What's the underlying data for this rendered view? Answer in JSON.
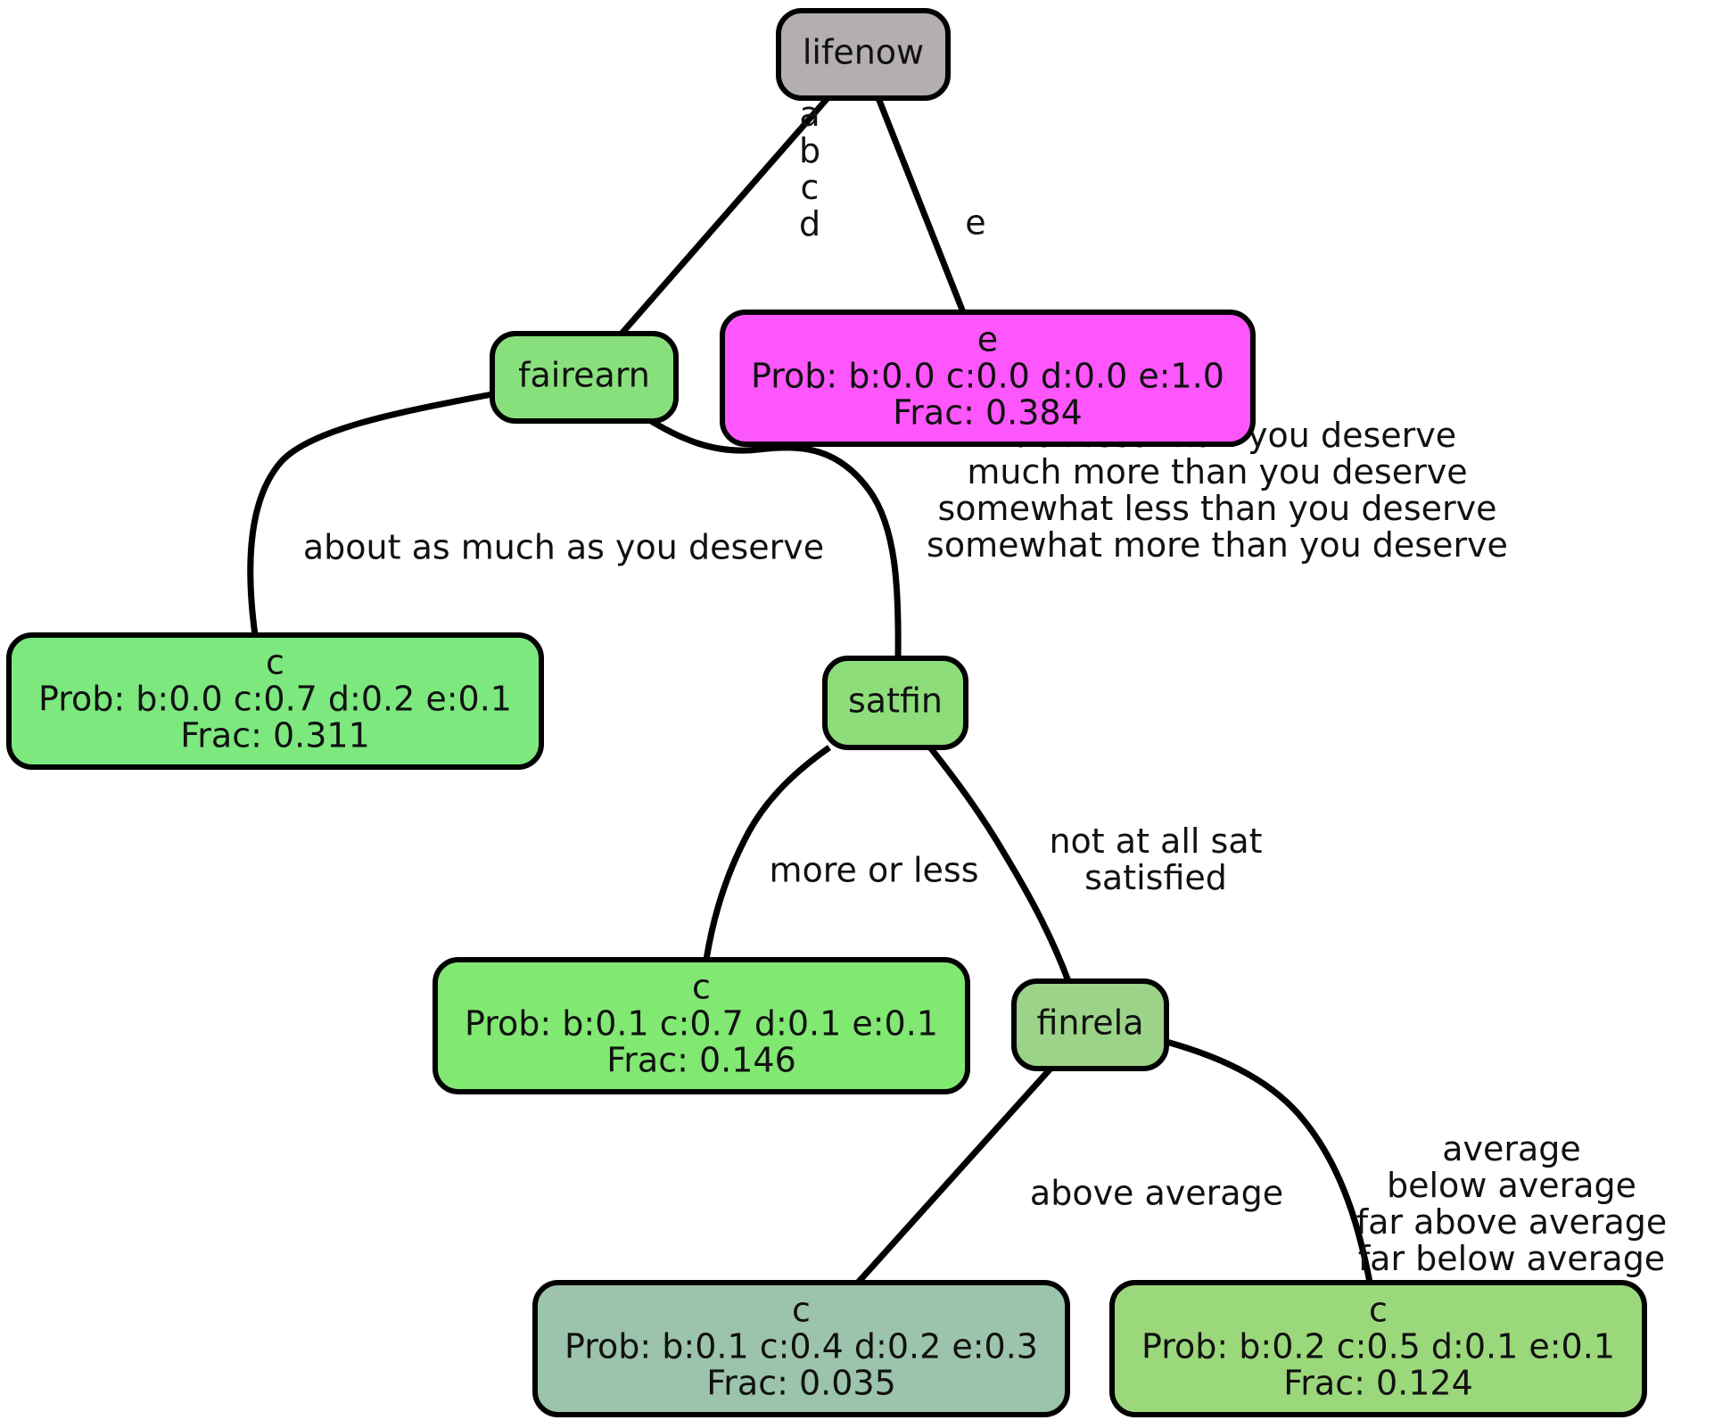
{
  "nodes": [
    {
      "id": "lifenow",
      "lines": [
        "lifenow"
      ],
      "color": "#b3aeb0"
    },
    {
      "id": "fairearn",
      "lines": [
        "fairearn"
      ],
      "color": "#88e07c"
    },
    {
      "id": "leaf_e",
      "lines": [
        "e",
        "Prob: b:0.0 c:0.0 d:0.0 e:1.0",
        "Frac: 0.384"
      ],
      "color": "#fc56fc"
    },
    {
      "id": "leaf_c1",
      "lines": [
        "c",
        "Prob: b:0.0 c:0.7 d:0.2 e:0.1",
        "Frac: 0.311"
      ],
      "color": "#7ce87e"
    },
    {
      "id": "satfin",
      "lines": [
        "satfin"
      ],
      "color": "#8ddd7b"
    },
    {
      "id": "leaf_c2",
      "lines": [
        "c",
        "Prob: b:0.1 c:0.7 d:0.1 e:0.1",
        "Frac: 0.146"
      ],
      "color": "#81e872"
    },
    {
      "id": "finrela",
      "lines": [
        "finrela"
      ],
      "color": "#9bd388"
    },
    {
      "id": "leaf_c3",
      "lines": [
        "c",
        "Prob: b:0.1 c:0.4 d:0.2 e:0.3",
        "Frac: 0.035"
      ],
      "color": "#9cc3ab"
    },
    {
      "id": "leaf_c4",
      "lines": [
        "c",
        "Prob: b:0.2 c:0.5 d:0.1 e:0.1",
        "Frac: 0.124"
      ],
      "color": "#9bd87b"
    }
  ],
  "edges": [
    {
      "from": "lifenow",
      "to": "fairearn",
      "label": [
        "a",
        "b",
        "c",
        "d"
      ]
    },
    {
      "from": "lifenow",
      "to": "leaf_e",
      "label": [
        "e"
      ]
    },
    {
      "from": "fairearn",
      "to": "leaf_c1",
      "label": [
        "about as much as you deserve"
      ]
    },
    {
      "from": "fairearn",
      "to": "satfin",
      "label": [
        "much less than you deserve",
        "much more than you deserve",
        "somewhat less than you deserve",
        "somewhat more than you deserve"
      ]
    },
    {
      "from": "satfin",
      "to": "leaf_c2",
      "label": [
        "more or less"
      ]
    },
    {
      "from": "satfin",
      "to": "finrela",
      "label": [
        "not at all sat",
        "satisfied"
      ]
    },
    {
      "from": "finrela",
      "to": "leaf_c3",
      "label": [
        "above average"
      ]
    },
    {
      "from": "finrela",
      "to": "leaf_c4",
      "label": [
        "average",
        "below average",
        "far above average",
        "far below average"
      ]
    }
  ]
}
